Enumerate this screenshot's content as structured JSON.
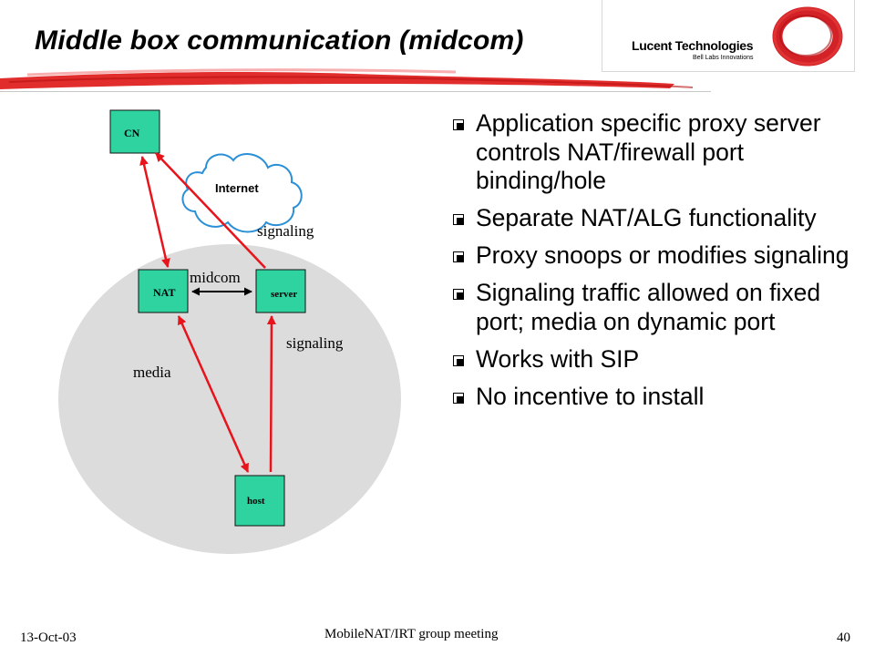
{
  "header": {
    "title": "Middle box communication (midcom)",
    "logo_name": "Lucent Technologies",
    "logo_tagline": "Bell Labs Innovations"
  },
  "diagram": {
    "cloud_label": "Internet",
    "nodes": {
      "cn": "CN",
      "nat": "NAT",
      "server": "server",
      "host": "host"
    },
    "links": {
      "midcom": "midcom",
      "signaling_upper": "signaling",
      "signaling_lower": "signaling",
      "media": "media"
    },
    "colors": {
      "node_fill": "#2ed3a0",
      "arrow": "#e8141b",
      "domain_fill": "#dcdcdc"
    }
  },
  "bullets": [
    "Application specific proxy server controls NAT/firewall port binding/hole",
    "Separate NAT/ALG functionality",
    "Proxy snoops or modifies signaling",
    "Signaling traffic allowed on fixed port; media on dynamic port",
    "Works with SIP",
    "No incentive to install"
  ],
  "footer": {
    "date": "13-Oct-03",
    "center": "MobileNAT/IRT group meeting",
    "page": "40"
  }
}
